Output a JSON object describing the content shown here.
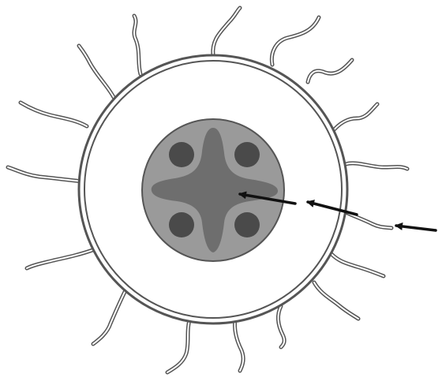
{
  "figure": {
    "colors": {
      "outline": "#555555",
      "outer_fill": "#ffffff",
      "core_fill": "#9a9a9a",
      "cross_fill": "#6e6e6e",
      "dot_fill": "#4a4a4a",
      "arrow": "#111111"
    },
    "parts": [
      "outer-shell",
      "surface-projections",
      "inner-core",
      "cross-shaped-region",
      "four-dark-spots",
      "three-arrows"
    ]
  }
}
